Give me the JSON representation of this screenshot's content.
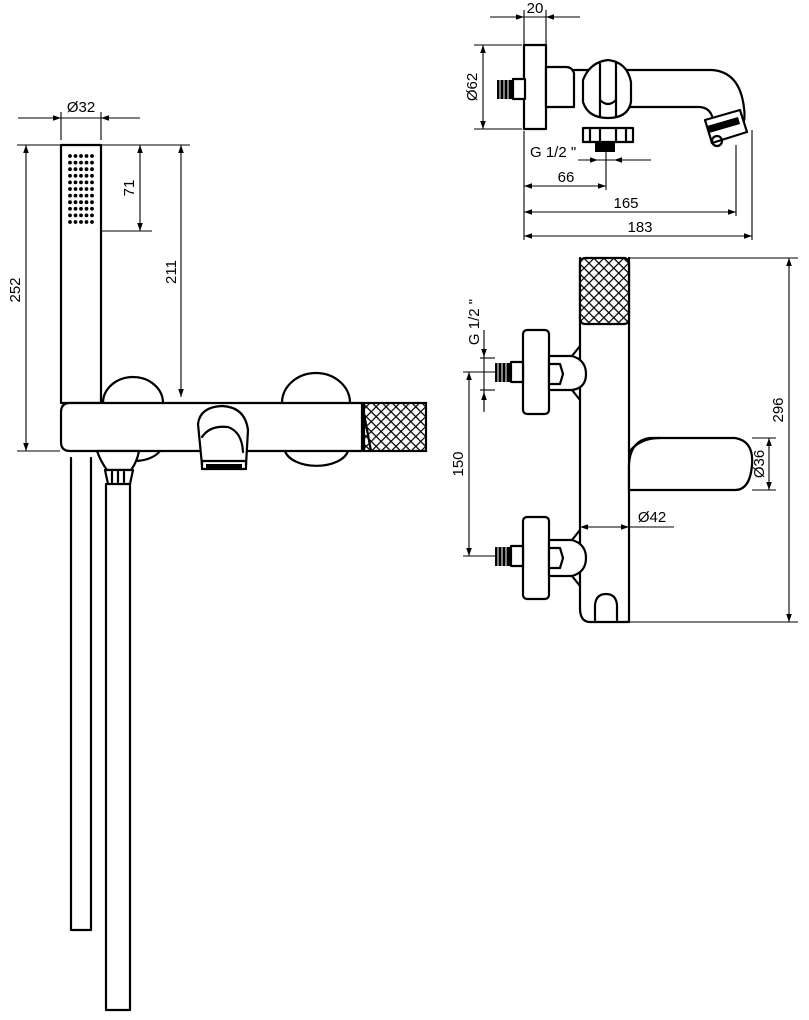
{
  "views": {
    "front": {
      "handshower_diameter": "Ø32",
      "nozzle_height": "71",
      "outlet_height": "211",
      "total_height": "252"
    },
    "side": {
      "rosette_depth": "20",
      "rosette_diameter": "Ø62",
      "thread_label": "G 1/2 \"",
      "depth_to_outlet": "66",
      "spout_reach": "165",
      "total_depth": "183"
    },
    "vertical": {
      "thread_label": "G 1/2 \"",
      "inlet_spacing": "150",
      "body_height": "296",
      "lever_diameter": "Ø36",
      "body_diameter": "Ø42"
    }
  },
  "patterns": {
    "knurl_style": "diamond-knurl",
    "nozzle_style": "dot-grid"
  }
}
